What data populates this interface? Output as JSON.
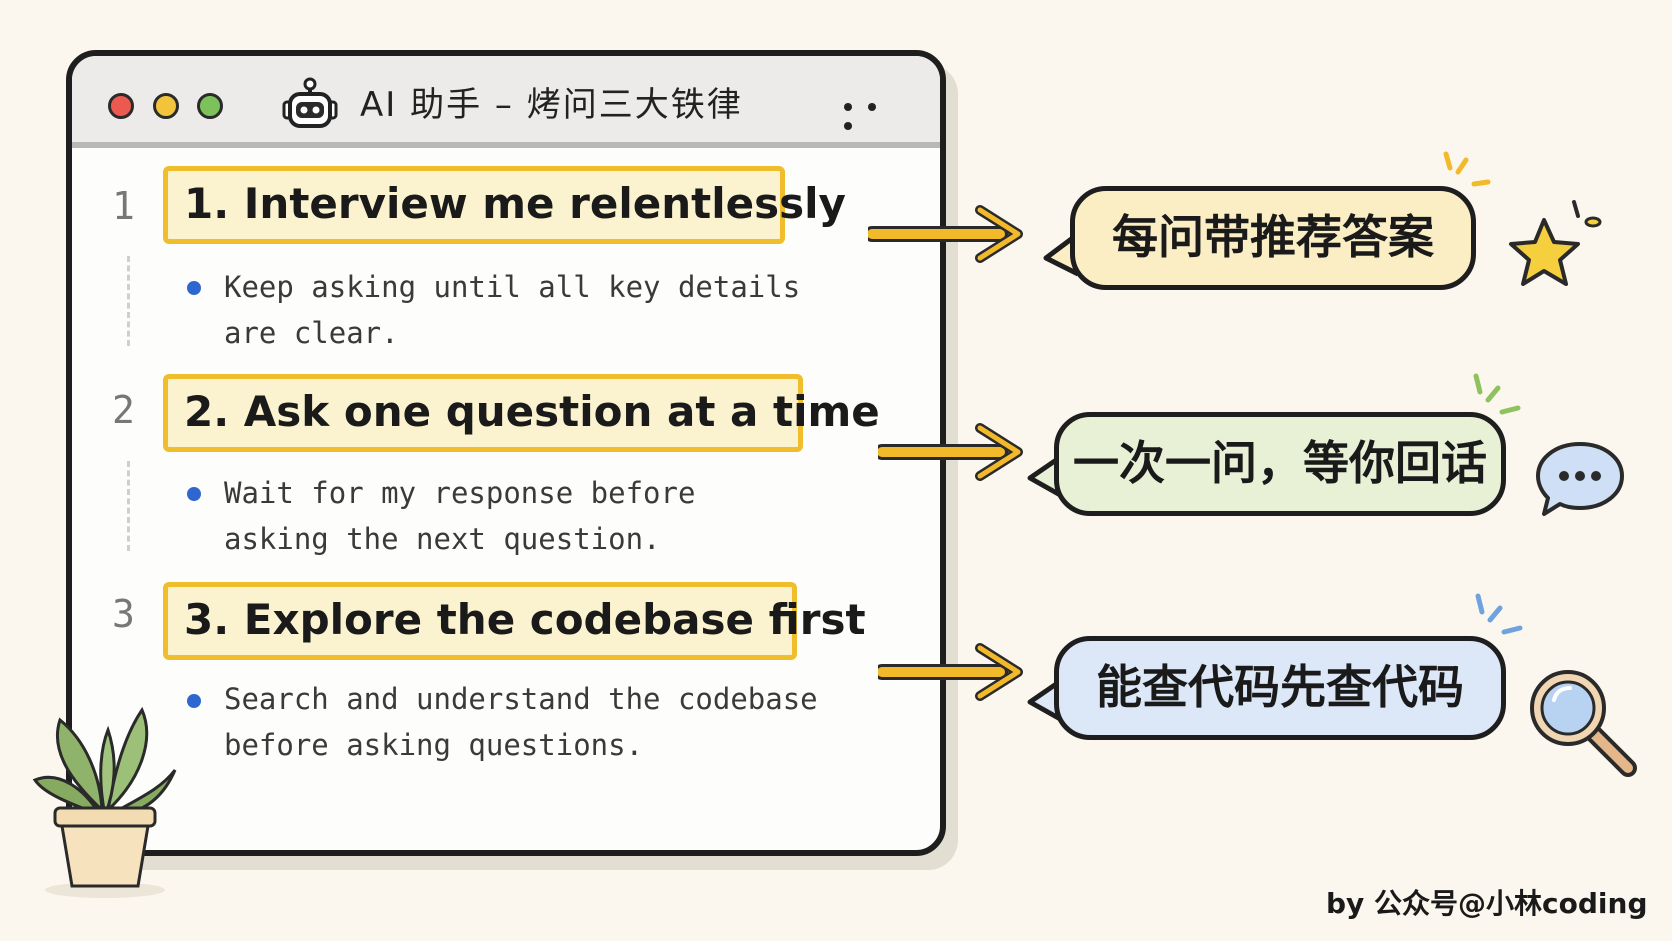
{
  "window": {
    "title": "AI 助手 – 烤问三大铁律"
  },
  "rules": [
    {
      "number": "1",
      "heading": "1. Interview me relentlessly",
      "description": "Keep asking until all key details\nare clear.",
      "note": "每问带推荐答案"
    },
    {
      "number": "2",
      "heading": "2. Ask one question at a time",
      "description": "Wait for my response before\nasking the next question.",
      "note": "一次一问，等你回话"
    },
    {
      "number": "3",
      "heading": "3. Explore the codebase first",
      "description": "Search and understand the codebase\nbefore asking questions.",
      "note": "能查代码先查代码"
    }
  ],
  "credit": "by 公众号@小林coding",
  "colors": {
    "highlight_fill": "#fbf3cf",
    "highlight_border": "#f0bd2c",
    "bullet": "#2f67d0",
    "bubble_1": "#fbeec5",
    "bubble_2": "#e8f0d6",
    "bubble_3": "#dce8f8",
    "arrow": "#f2b92a"
  },
  "icons": [
    "robot-icon",
    "more-icon",
    "star-icon",
    "chat-bubble-icon",
    "magnifier-icon",
    "plant-icon"
  ]
}
